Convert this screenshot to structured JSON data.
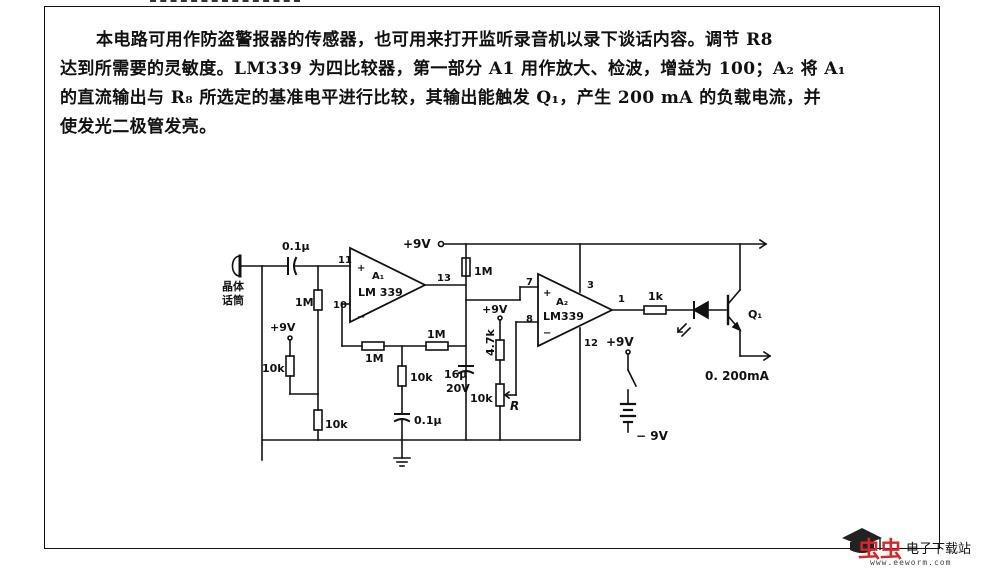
{
  "description": {
    "lines": [
      "本电路可用作防盗警报器的传感器，也可用来打开监听录音机以录下谈话内容。调节 R8",
      "达到所需要的灵敏度。LM339 为四比较器，第一部分 A1 用作放大、检波，增益为 100；A₂ 将 A₁",
      "的直流输出与 R₈ 所选定的基准电平进行比较，其输出能触发 Q₁，产生 200 mA 的负载电流，并",
      "使发光二极管发亮。"
    ]
  },
  "circuit": {
    "mic_label_1": "晶体",
    "mic_label_2": "话筒",
    "c1": "0.1μ",
    "pin_11": "11",
    "pin_10": "10",
    "pin_13": "13",
    "a1_name": "A₁",
    "a1_chip": "LM 339",
    "plus": "+",
    "minus": "−",
    "r_1m_bias": "1M",
    "supply_plus9_left": "+9V",
    "r_10k_left": "10k",
    "r_10k_bottom": "10k",
    "r_1m_feedback": "1M",
    "r_1m_lower": "1M",
    "r_10k_mid": "10k",
    "c_0_1u": "0.1μ",
    "supply_plus9_top": "+9V",
    "r_1m_out": "1M",
    "c_16u": "16μ",
    "c_16u_v": "20V",
    "supply_plus9_mid": "+9V",
    "r_4_7k": "4.7k",
    "r_10k_pot": "10k",
    "pot_r": "R",
    "pin_7": "7",
    "pin_3": "3",
    "pin_8": "8",
    "pin_1": "1",
    "pin_12": "12",
    "a2_name": "A₂",
    "a2_chip": "LM339",
    "r_1k": "1k",
    "q1": "Q₁",
    "supply_plus9_right": "+9V",
    "supply_minus9": "− 9V",
    "load_current": "0. 200mA"
  },
  "watermark": {
    "logo_text": "虫虫",
    "site_name": "电子下载站",
    "url": "www.eeworm.com"
  },
  "colors": {
    "ink": "#111111",
    "watermark_red": "#d8262a"
  }
}
